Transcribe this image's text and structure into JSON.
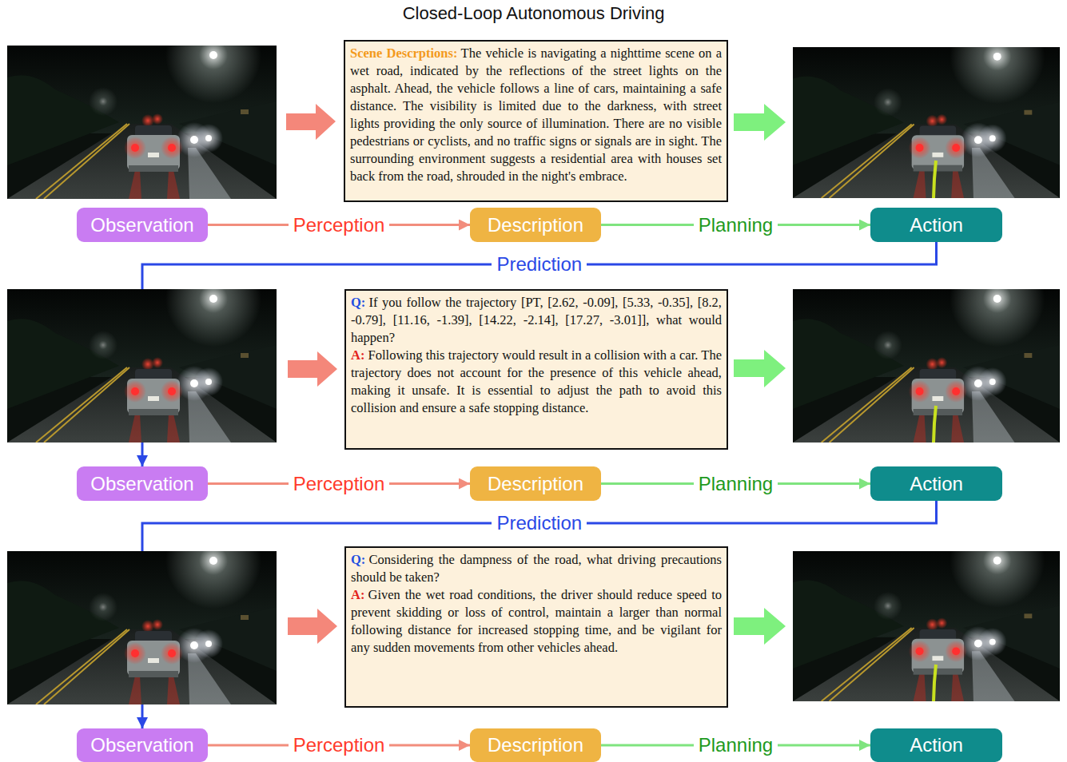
{
  "diagram": {
    "title": "Closed-Loop Autonomous Driving",
    "nodes": [
      {
        "text": [
          "Scene Descrptions:",
          "The vehicle is navigating a nighttime scene on a wet road, indicated by the reflections of the street lights on the asphalt. Ahead, the vehicle follows a line of cars, maintaining a safe distance. The visibility is limited due to the darkness, with street lights providing the only source of illumination. There are no visible pedestrians or cyclists, and no traffic signs or signals are in sight. The surrounding environment suggests a residential area with houses set back from the road, shrouded in the night's embrace."
        ]
      },
      {
        "text": [
          "Observation"
        ]
      },
      {
        "text": [
          "Description"
        ]
      },
      {
        "text": [
          "Action"
        ]
      },
      {
        "text": [
          "Q:",
          "If you follow the trajectory [PT, [2.62, -0.09], [5.33, -0.35], [8.2, -0.79], [11.16, -1.39], [14.22, -2.14], [17.27, -3.01]], what would happen?",
          "A:",
          "Following this trajectory would result in a collision with a car. The trajectory does not account for the presence of this vehicle ahead, making it unsafe. It is essential to adjust the path to avoid this collision and ensure a safe stopping distance."
        ]
      },
      {
        "text": [
          "Observation"
        ]
      },
      {
        "text": [
          "Description"
        ]
      },
      {
        "text": [
          "Action"
        ]
      },
      {
        "text": [
          "Q:",
          "Considering the dampness of the road, what driving precautions should be taken?",
          "A:",
          "Given the wet road conditions, the driver should reduce speed to prevent skidding or loss of control, maintain a larger than normal following distance for increased stopping time, and be vigilant for any sudden movements from other vehicles ahead."
        ]
      },
      {
        "text": [
          "Observation"
        ]
      },
      {
        "text": [
          "Description"
        ]
      },
      {
        "text": [
          "Action"
        ]
      }
    ],
    "edges": [
      {
        "from": 1,
        "to": 2,
        "arrow": "to",
        "label": "Perception"
      },
      {
        "from": 2,
        "to": 3,
        "arrow": "to",
        "label": "Planning"
      },
      {
        "from": 3,
        "to": 5,
        "arrow": "to",
        "label": "Prediction"
      },
      {
        "from": 5,
        "to": 6,
        "arrow": "to",
        "label": "Perception"
      },
      {
        "from": 6,
        "to": 7,
        "arrow": "to",
        "label": "Planning"
      },
      {
        "from": 7,
        "to": 9,
        "arrow": "to",
        "label": "Prediction"
      },
      {
        "from": 9,
        "to": 10,
        "arrow": "to",
        "label": "Perception"
      },
      {
        "from": 10,
        "to": 11,
        "arrow": "to",
        "label": "Planning"
      }
    ]
  }
}
